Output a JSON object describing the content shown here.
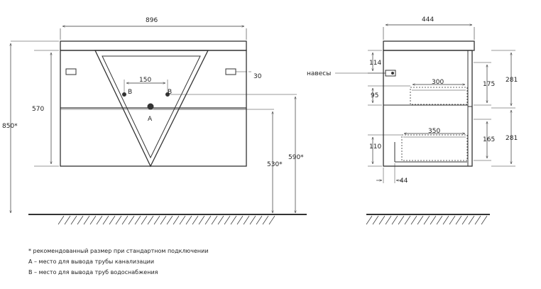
{
  "front": {
    "width": "896",
    "height_total": "850*",
    "height_body": "570",
    "tap_spacing": "150",
    "hinge_offset": "30",
    "drain_height": "530*",
    "supply_height": "590*",
    "label_a": "A",
    "label_b_left": "B",
    "label_b_right": "B"
  },
  "side": {
    "depth": "444",
    "hinge_label": "навесы",
    "dim_114": "114",
    "dim_95": "95",
    "dim_110": "110",
    "dim_44": "44",
    "drawer_top_depth": "300",
    "drawer_bottom_depth": "350",
    "dim_175": "175",
    "dim_165": "165",
    "dim_281_top": "281",
    "dim_281_bottom": "281"
  },
  "notes": [
    "* рекомендованный размер при стандартном подключении",
    "A – место для вывода трубы канализации",
    "B – место для вывода труб водоснабжения"
  ]
}
